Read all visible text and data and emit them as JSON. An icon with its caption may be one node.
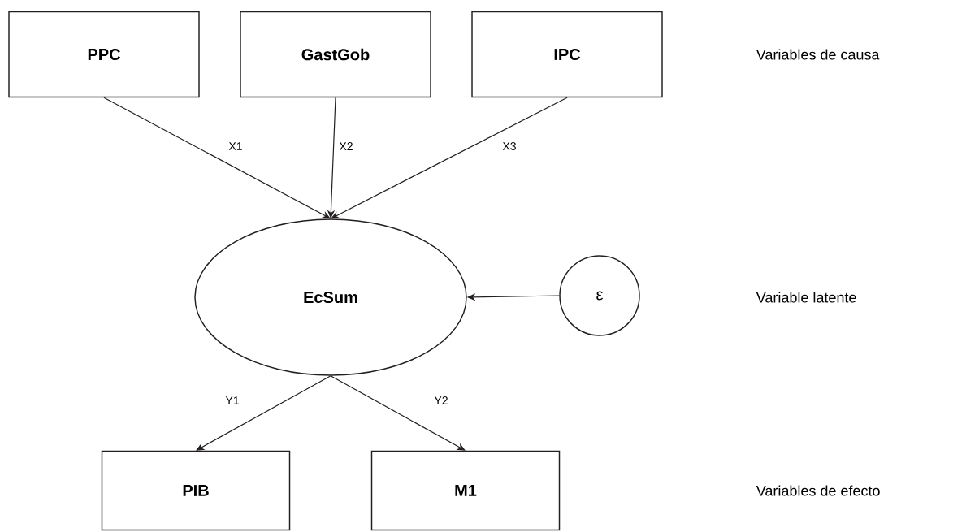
{
  "diagram": {
    "nodes": [
      {
        "text": [
          "PPC"
        ]
      },
      {
        "text": [
          "GastGob"
        ]
      },
      {
        "text": [
          "IPC"
        ]
      },
      {
        "text": [
          "EcSum"
        ]
      },
      {
        "text": [
          "ε"
        ]
      },
      {
        "text": [
          "PIB"
        ]
      },
      {
        "text": [
          "M1"
        ]
      }
    ],
    "edges": [
      {
        "from": 0,
        "to": 3,
        "arrow": "to",
        "label": "X1"
      },
      {
        "from": 1,
        "to": 3,
        "arrow": "to",
        "label": "X2"
      },
      {
        "from": 2,
        "to": 3,
        "arrow": "to",
        "label": "X3"
      },
      {
        "from": 4,
        "to": 3,
        "arrow": "to"
      },
      {
        "from": 3,
        "to": 5,
        "arrow": "to",
        "label": "Y1"
      },
      {
        "from": 3,
        "to": 6,
        "arrow": "to",
        "label": "Y2"
      }
    ],
    "labels": [
      "Variables de causa",
      "Variable latente",
      "Variables de efecto"
    ]
  }
}
